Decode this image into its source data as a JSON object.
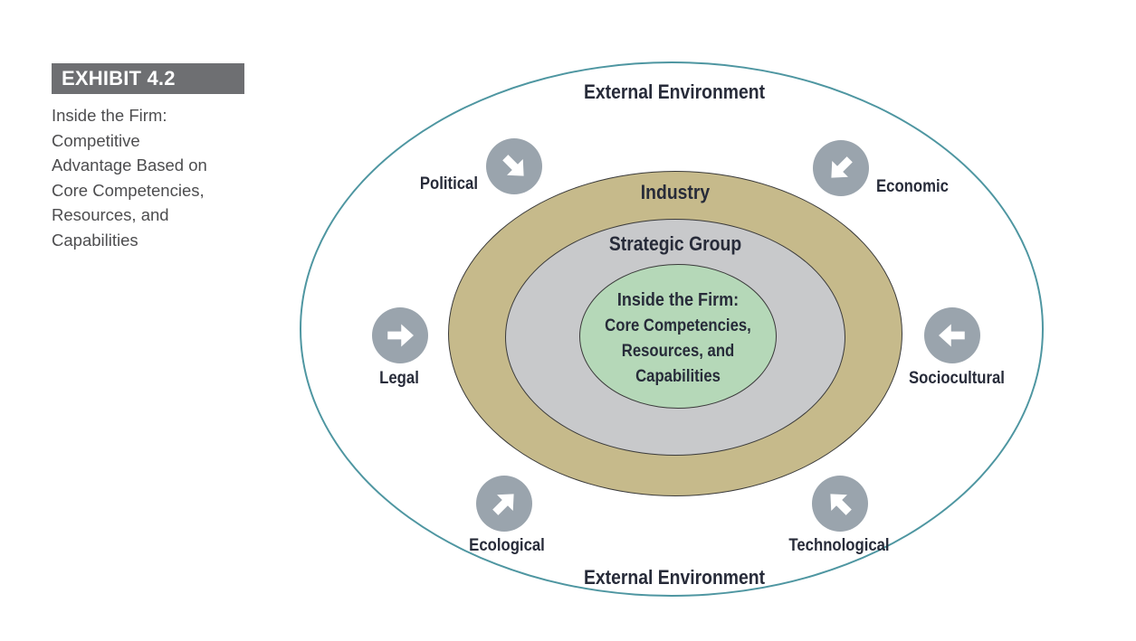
{
  "exhibit": {
    "tag": "EXHIBIT 4.2",
    "caption": "Inside the Firm:\nCompetitive\nAdvantage Based on\nCore Competencies,\nResources, and\nCapabilities"
  },
  "diagram": {
    "external_environment_top": "External Environment",
    "external_environment_bottom": "External Environment",
    "industry_label": "Industry",
    "strategic_group_label": "Strategic Group",
    "firm": {
      "title": "Inside the Firm:",
      "line1": "Core Competencies,",
      "line2": "Resources, and",
      "line3": "Capabilities"
    },
    "factors": [
      {
        "label": "Political",
        "position": "top-left",
        "arrow_direction": "southeast"
      },
      {
        "label": "Economic",
        "position": "top-right",
        "arrow_direction": "southwest"
      },
      {
        "label": "Legal",
        "position": "left",
        "arrow_direction": "east"
      },
      {
        "label": "Sociocultural",
        "position": "right",
        "arrow_direction": "west"
      },
      {
        "label": "Ecological",
        "position": "bottom-left",
        "arrow_direction": "northeast"
      },
      {
        "label": "Technological",
        "position": "bottom-right",
        "arrow_direction": "northwest"
      }
    ]
  },
  "colors": {
    "teal-outline": "#4e96a1",
    "industry-fill": "#c6ba8b",
    "strategic-fill": "#c8c9cb",
    "firm-fill": "#b5d8b8",
    "factor-circle": "#9aa4ad",
    "ring-outline": "#3a3a3a",
    "diagram-text": "#272b39",
    "exhibit-bg": "#6e6f72",
    "caption-text": "#4d4d4f"
  }
}
